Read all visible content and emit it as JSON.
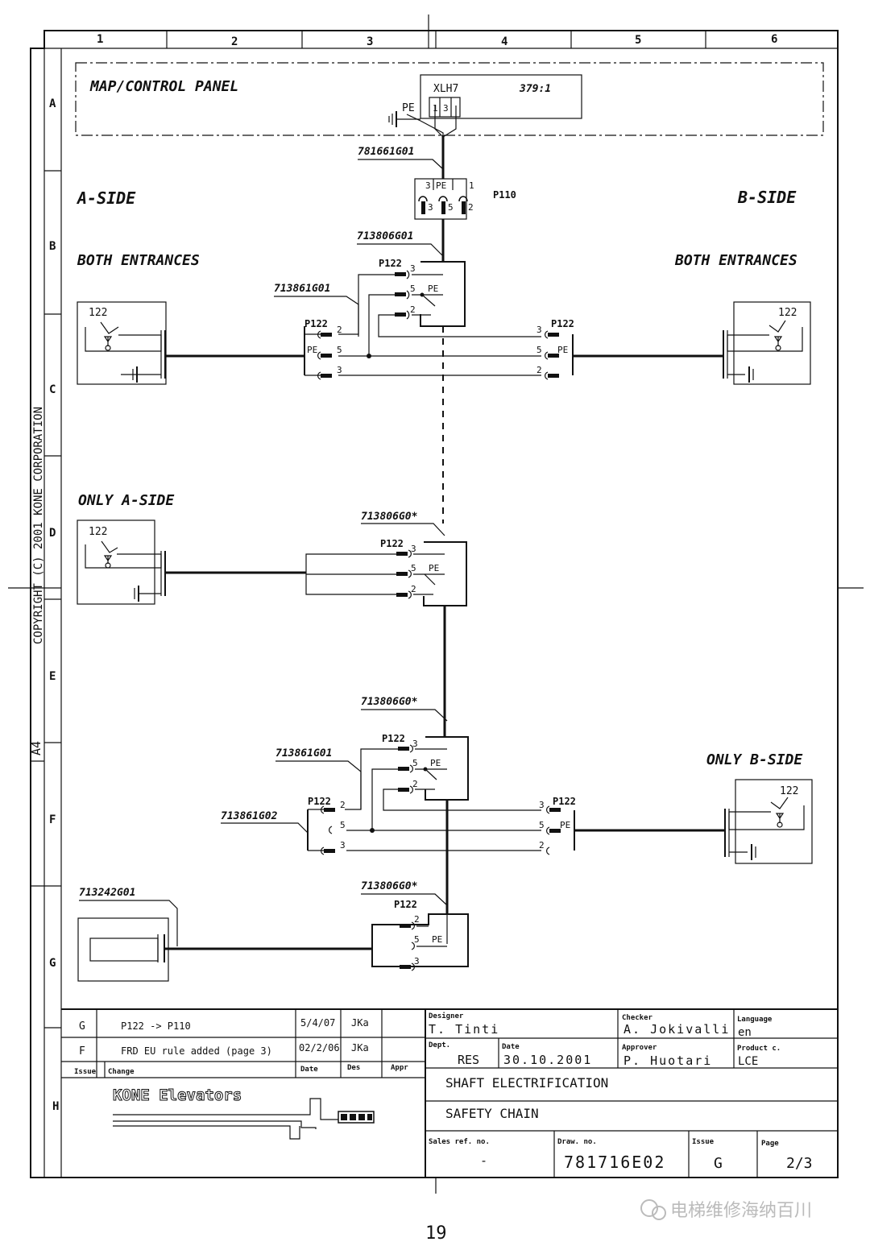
{
  "frame": {
    "columns": [
      "1",
      "2",
      "3",
      "4",
      "5",
      "6"
    ],
    "rows": [
      "A",
      "B",
      "C",
      "D",
      "E",
      "F",
      "G",
      "H"
    ],
    "copyright": "COPYRIGHT (C) 2001 KONE CORPORATION",
    "paper_size": "A4"
  },
  "control_panel": {
    "title": "MAP/CONTROL PANEL",
    "connector": "XLH7",
    "ref": "379:1",
    "pe": "PE",
    "pins": [
      "1",
      "3"
    ]
  },
  "p110": {
    "label": "P110",
    "pins_top": [
      "3",
      "PE",
      "1"
    ],
    "pins_bottom": [
      "3",
      "5",
      "2"
    ]
  },
  "cables": {
    "c1": "781661G01",
    "c2": "713806G01",
    "c3": "713861G01",
    "c4": "713806G0*",
    "c5": "713806G0*",
    "c6": "713861G01",
    "c7": "713861G02",
    "c8": "713242G01",
    "c9": "713806G0*"
  },
  "labels": {
    "a_side": "A-SIDE",
    "b_side": "B-SIDE",
    "both_entrances_a": "BOTH ENTRANCES",
    "both_entrances_b": "BOTH ENTRANCES",
    "only_a_side": "ONLY A-SIDE",
    "only_b_side": "ONLY B-SIDE"
  },
  "connectors": {
    "p122": "P122",
    "pe": "PE",
    "pins": [
      "2",
      "3",
      "5"
    ]
  },
  "switch_boxes": {
    "label": "122"
  },
  "title_block": {
    "revisions": [
      {
        "issue": "G",
        "change": "P122 -> P110",
        "date": "5/4/07",
        "des": "JKa",
        "appr": ""
      },
      {
        "issue": "F",
        "change": "FRD EU rule added (page 3)",
        "date": "02/2/06",
        "des": "JKa",
        "appr": ""
      }
    ],
    "rev_headers": {
      "issue": "Issue",
      "change": "Change",
      "date": "Date",
      "des": "Des",
      "appr": "Appr"
    },
    "designer_label": "Designer",
    "designer": "T. Tinti",
    "checker_label": "Checker",
    "checker": "A. Jokivalli",
    "language_label": "Language",
    "language": "en",
    "dept_label": "Dept.",
    "dept": "RES",
    "date_label": "Date",
    "date": "30.10.2001",
    "approver_label": "Approver",
    "approver": "P. Huotari",
    "product_label": "Product c.",
    "product": "LCE",
    "title1": "SHAFT ELECTRIFICATION",
    "title2": "SAFETY CHAIN",
    "company": "KONE Elevators",
    "sales_label": "Sales ref. no.",
    "sales": "-",
    "drawing_label": "Draw. no.",
    "drawing": "781716E02",
    "issue_label": "Issue",
    "issue": "G",
    "page_label": "Page",
    "page": "2/3"
  },
  "page_number": "19",
  "watermark": "电梯维修海纳百川"
}
